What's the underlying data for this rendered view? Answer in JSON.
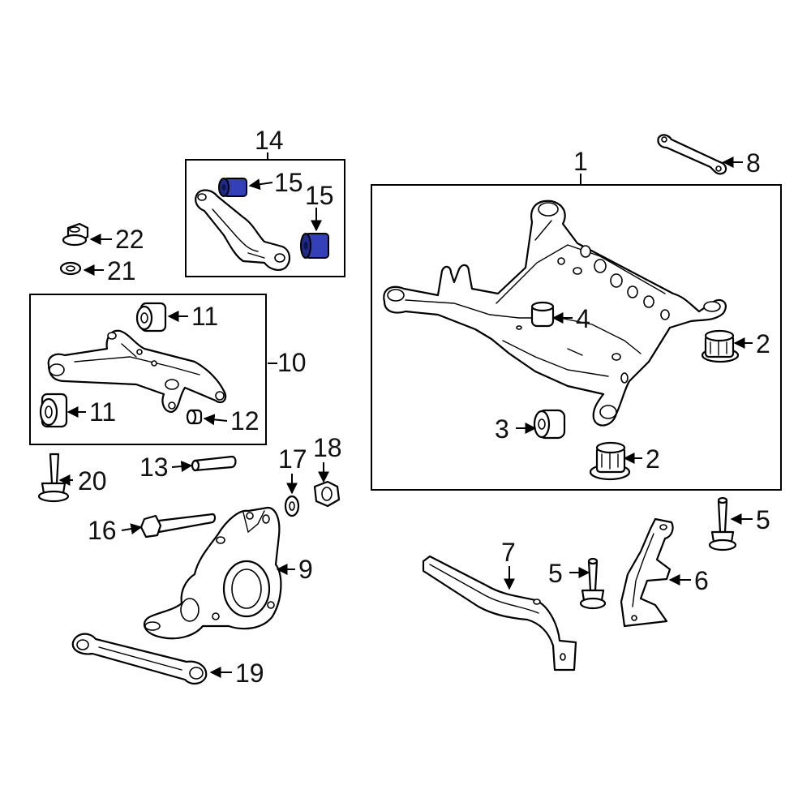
{
  "colors": {
    "highlight": "#3340b8",
    "highlight_dark": "#1e2a8a",
    "line": "#000000",
    "background": "#ffffff"
  },
  "callouts": {
    "c1": "1",
    "c2a": "2",
    "c2b": "2",
    "c3": "3",
    "c4": "4",
    "c5a": "5",
    "c5b": "5",
    "c6": "6",
    "c7": "7",
    "c8": "8",
    "c9": "9",
    "c10": "10",
    "c11a": "11",
    "c11b": "11",
    "c12": "12",
    "c13": "13",
    "c14": "14",
    "c15a": "15",
    "c15b": "15",
    "c16": "16",
    "c17": "17",
    "c18": "18",
    "c19": "19",
    "c20": "20",
    "c21": "21",
    "c22": "22"
  }
}
